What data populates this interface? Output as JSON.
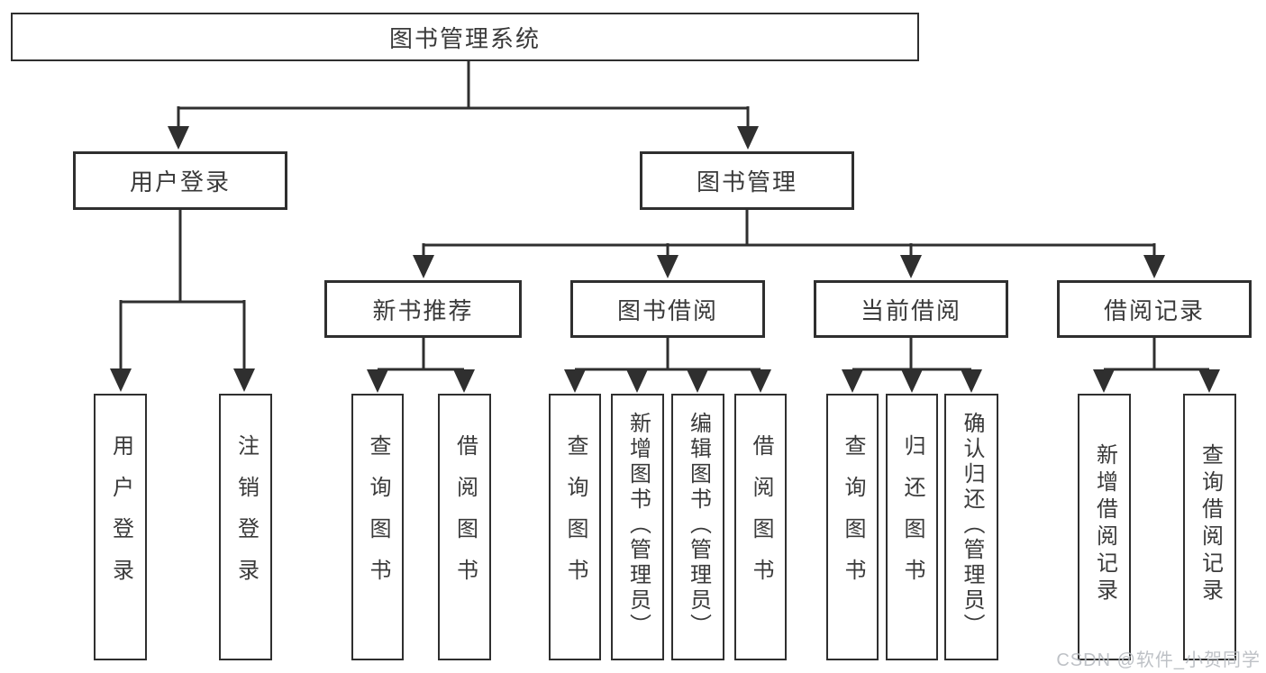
{
  "diagram_title": "图书管理系统",
  "tree": {
    "label": "图书管理系统",
    "children": [
      {
        "label": "用户登录",
        "children": [
          {
            "label": "用户登录"
          },
          {
            "label": "注销登录"
          }
        ]
      },
      {
        "label": "图书管理",
        "children": [
          {
            "label": "新书推荐",
            "children": [
              {
                "label": "查询图书"
              },
              {
                "label": "借阅图书"
              }
            ]
          },
          {
            "label": "图书借阅",
            "children": [
              {
                "label": "查询图书"
              },
              {
                "label": "新增图书（管理员）"
              },
              {
                "label": "编辑图书（管理员）"
              },
              {
                "label": "借阅图书"
              }
            ]
          },
          {
            "label": "当前借阅",
            "children": [
              {
                "label": "查询图书"
              },
              {
                "label": "归还图书"
              },
              {
                "label": "确认归还（管理员）"
              }
            ]
          },
          {
            "label": "借阅记录",
            "children": [
              {
                "label": "新增借阅记录"
              },
              {
                "label": "查询借阅记录"
              }
            ]
          }
        ]
      }
    ]
  },
  "watermark": {
    "text": "CSDN @软件_小贺同学"
  },
  "colors": {
    "background": "#ffffff",
    "line": "#2f2f2f",
    "box_border": "#2f2f2f",
    "text": "#3a3a3a",
    "watermark": "#b7bbc0"
  }
}
